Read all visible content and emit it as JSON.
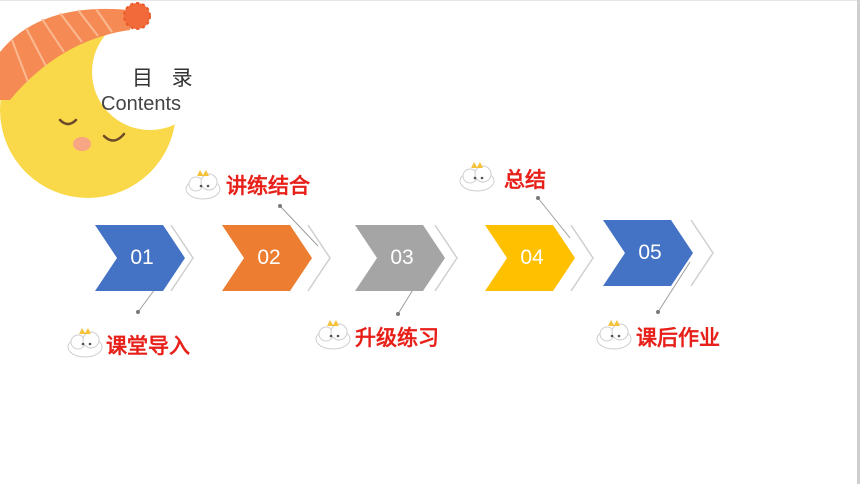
{
  "toc": {
    "title": "目 录",
    "subtitle": "Contents"
  },
  "colors": {
    "accent_text": "#e8201a",
    "step_01": "#4472c4",
    "step_02": "#ed7d31",
    "step_03": "#a5a5a5",
    "step_04": "#ffc000",
    "step_05": "#4472c4",
    "moon": "#f9d84a",
    "hat": "#f58a54"
  },
  "steps": [
    {
      "number": "01",
      "label": "课堂导入"
    },
    {
      "number": "02",
      "label": "讲练结合"
    },
    {
      "number": "03",
      "label": "升级练习"
    },
    {
      "number": "04",
      "label": "总结"
    },
    {
      "number": "05",
      "label": "课后作业"
    }
  ],
  "icons": {
    "decoration": "moon-nightcap-icon",
    "bullet": "cloud-cat-icon"
  }
}
